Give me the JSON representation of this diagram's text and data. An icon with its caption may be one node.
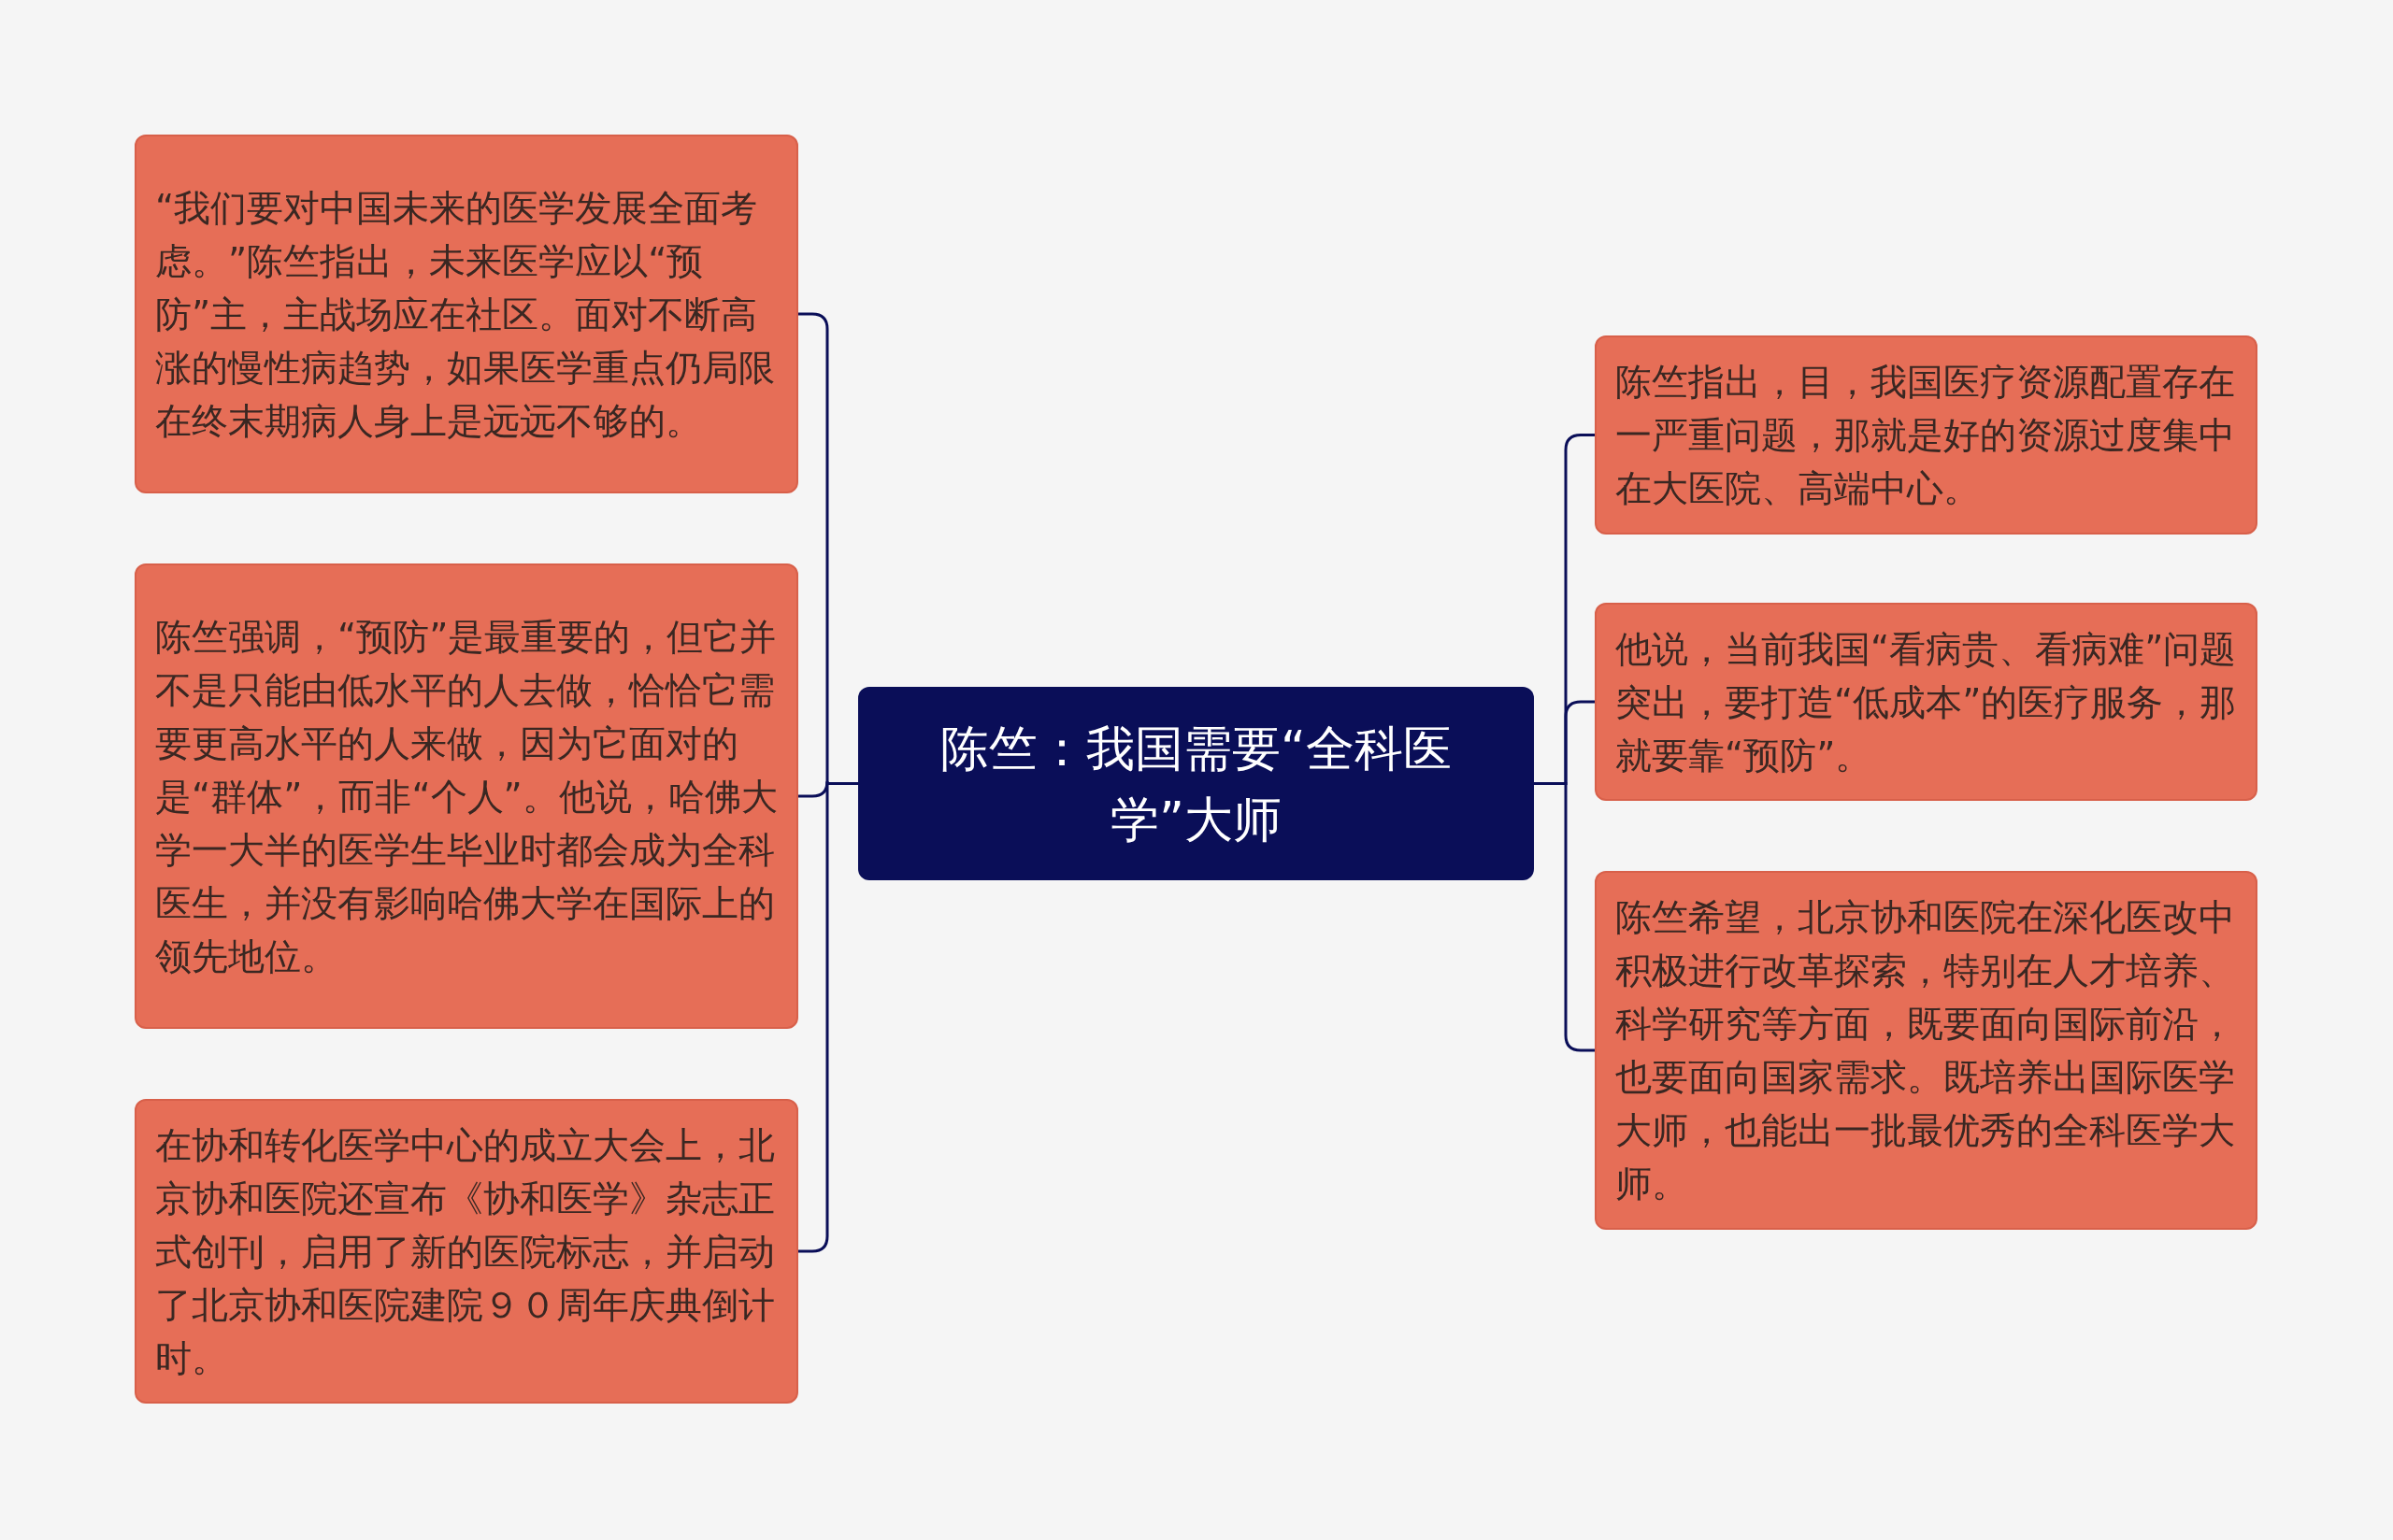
{
  "diagram": {
    "nodes": [
      {
        "text": [
          "陈竺：我国需要“全科医学”大师"
        ]
      },
      {
        "text": [
          "“我们要对中国未来的医学发展全面考虑。”陈竺指出，未来医学应以“预防”主，主战场应在社区。面对不断高涨的慢性病趋势，如果医学重点仍局限在终末期病人身上是远远不够的。"
        ]
      },
      {
        "text": [
          "陈竺强调，“预防”是最重要的，但它并不是只能由低水平的人去做，恰恰它需要更高水平的人来做，因为它面对的是“群体”，而非“个人”。他说，哈佛大学一大半的医学生毕业时都会成为全科医生，并没有影响哈佛大学在国际上的领先地位。"
        ]
      },
      {
        "text": [
          "在协和转化医学中心的成立大会上，北京协和医院还宣布《协和医学》杂志正式创刊，启用了新的医院标志，并启动了北京协和医院建院９０周年庆典倒计时。"
        ]
      },
      {
        "text": [
          "陈竺指出，目，我国医疗资源配置存在一严重问题，那就是好的资源过度集中在大医院、高端中心。"
        ]
      },
      {
        "text": [
          "他说，当前我国“看病贵、看病难”问题突出，要打造“低成本”的医疗服务，那就要靠“预防”。"
        ]
      },
      {
        "text": [
          "陈竺希望，北京协和医院在深化医改中积极进行改革探索，特别在人才培养、科学研究等方面，既要面向国际前沿，也要面向国家需求。既培养出国际医学大师，也能出一批最优秀的全科医学大师。"
        ]
      }
    ],
    "edges": [
      {
        "from": 0,
        "to": 1,
        "arrow": "none"
      },
      {
        "from": 0,
        "to": 2,
        "arrow": "none"
      },
      {
        "from": 0,
        "to": 3,
        "arrow": "none"
      },
      {
        "from": 0,
        "to": 4,
        "arrow": "none"
      },
      {
        "from": 0,
        "to": 5,
        "arrow": "none"
      },
      {
        "from": 0,
        "to": 6,
        "arrow": "none"
      }
    ]
  }
}
